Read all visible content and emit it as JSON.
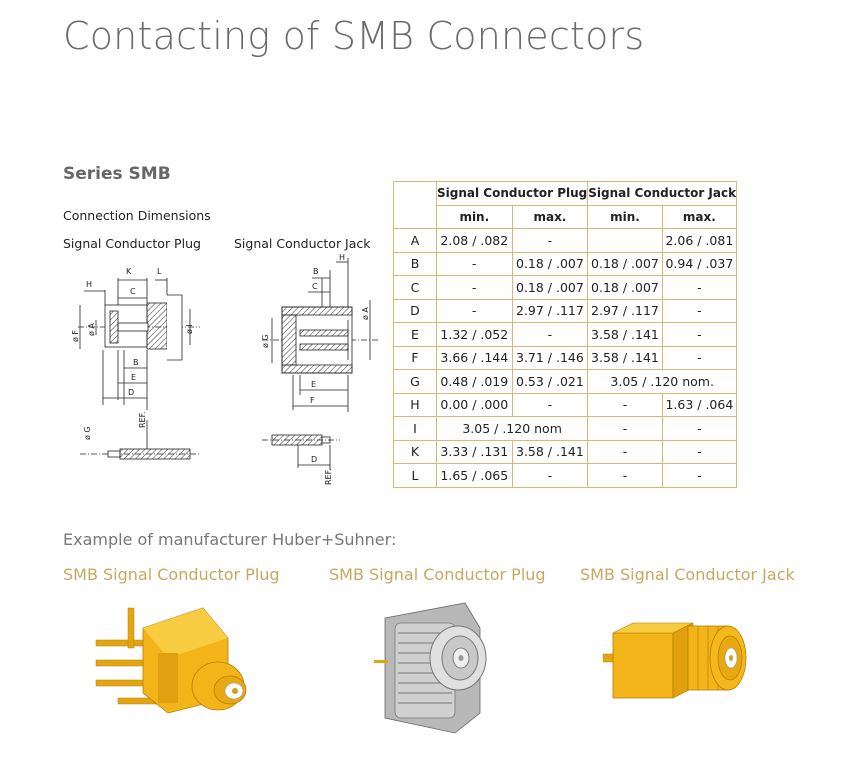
{
  "page_title": "Contacting of SMB Connectors",
  "series_heading": "Series SMB",
  "connection_dimensions": "Connection Dimensions",
  "plug_label": "Signal Conductor Plug",
  "jack_label": "Signal Conductor Jack",
  "drawing_labels": {
    "plug": {
      "h": "H",
      "k": "K",
      "l": "L",
      "c": "C",
      "b": "B",
      "e": "E",
      "d": "D",
      "f": "ø F",
      "a": "ø A",
      "i": "ø I",
      "ref": "REF.",
      "g": "ø G"
    },
    "jack": {
      "b": "B",
      "h": "H",
      "c": "C",
      "a": "ø A",
      "g": "ø G",
      "e": "E",
      "f": "F",
      "d": "D",
      "ref": "REF."
    }
  },
  "table": {
    "group_headers": [
      "Signal Conductor Plug",
      "Signal Conductor Jack"
    ],
    "sub_headers": [
      "min.",
      "max.",
      "min.",
      "max."
    ],
    "rows": [
      {
        "label": "A",
        "c": [
          "2.08 / .082",
          "-",
          "",
          "2.06 / .081"
        ]
      },
      {
        "label": "B",
        "c": [
          "-",
          "0.18 / .007",
          "0.18 / .007",
          "0.94 / .037"
        ]
      },
      {
        "label": "C",
        "c": [
          "-",
          "0.18 / .007",
          "0.18 / .007",
          "-"
        ]
      },
      {
        "label": "D",
        "c": [
          "-",
          "2.97 / .117",
          "2.97 / .117",
          "-"
        ]
      },
      {
        "label": "E",
        "c": [
          "1.32 / .052",
          "-",
          "3.58 / .141",
          "-"
        ]
      },
      {
        "label": "F",
        "c": [
          "3.66 / .144",
          "3.71 / .146",
          "3.58 / .141",
          "-"
        ]
      },
      {
        "label": "G",
        "c": [
          "0.48 / .019",
          "0.53 / .021"
        ],
        "jack_span": "3.05 / .120 nom."
      },
      {
        "label": "H",
        "c": [
          "0.00 / .000",
          "-",
          "-",
          "1.63 / .064"
        ]
      },
      {
        "label": "I",
        "plug_span": "3.05 / .120 nom",
        "c2": [
          "-",
          "-"
        ]
      },
      {
        "label": "K",
        "c": [
          "3.33 / .131",
          "3.58 / .141",
          "-",
          "-"
        ]
      },
      {
        "label": "L",
        "c": [
          "1.65 / .065",
          "-",
          "-",
          "-"
        ]
      }
    ]
  },
  "example_text": "Example of manufacturer Huber+Suhner:",
  "products": [
    {
      "label": "SMB Signal Conductor Plug"
    },
    {
      "label": "SMB Signal Conductor Plug"
    },
    {
      "label": "SMB Signal Conductor Jack"
    }
  ],
  "colors": {
    "accent_gold": "#c8a860",
    "table_border": "#d8b97a",
    "connector_gold": "#f2b418"
  }
}
